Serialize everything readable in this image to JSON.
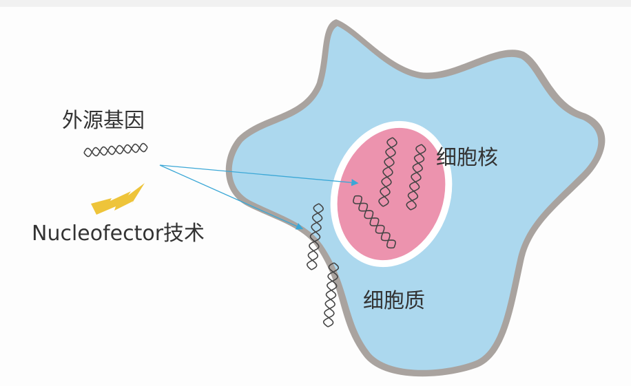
{
  "labels": {
    "exogenous_gene": "外源基因",
    "technique": "Nucleofector技术",
    "nucleus": "细胞核",
    "cytoplasm": "细胞质"
  },
  "colors": {
    "cytoplasm": "#acd8ee",
    "membrane": "#a9a39f",
    "nucleus": "#ec93ae",
    "arrow": "#3aa7d6",
    "lightning": "#eec43a"
  }
}
